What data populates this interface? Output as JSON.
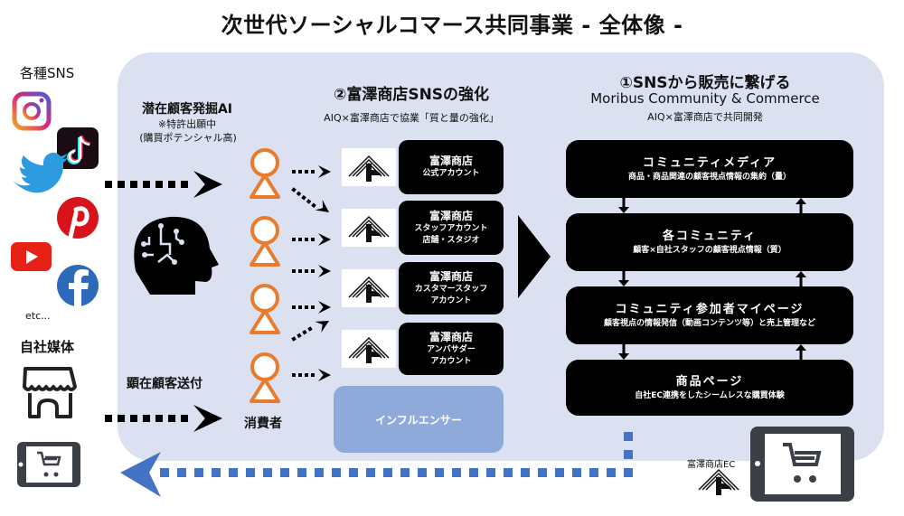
{
  "title": "次世代ソーシャルコマース共同事業 - 全体像 -",
  "left": {
    "sns_label": "各種SNS",
    "sns_icons": [
      "instagram-icon",
      "tiktok-icon",
      "twitter-icon",
      "pinterest-icon",
      "youtube-icon",
      "facebook-icon"
    ],
    "etc": "etc...",
    "own_media_label": "自社媒体"
  },
  "ai": {
    "title": "潜在顧客発掘AI",
    "note": "※特許出願中",
    "note2": "(購買ポテンシャル高)"
  },
  "exposed_label": "顕在顧客送付",
  "consumer_label": "消費者",
  "section2": {
    "title": "②富澤商店SNSの強化",
    "subtitle": "AIQ×富澤商店で協業「質と量の強化」",
    "accounts": [
      {
        "name": "富澤商店",
        "lines": [
          "公式アカウント"
        ]
      },
      {
        "name": "富澤商店",
        "lines": [
          "スタッフアカウント",
          "店舗・スタジオ"
        ]
      },
      {
        "name": "富澤商店",
        "lines": [
          "カスタマースタッフ",
          "アカウント"
        ]
      },
      {
        "name": "富澤商店",
        "lines": [
          "アンバサダー",
          "アカウント"
        ]
      }
    ],
    "influencer": "インフルエンサー"
  },
  "section1": {
    "title": "①SNSから販売に繋げる",
    "subtitle_en": "Moribus Community & Commerce",
    "subtitle": "AIQ×富澤商店で共同開発",
    "steps": [
      {
        "head": "コミュニティメディア",
        "desc": "商品・商品関連の顧客視点情報の集約（量）"
      },
      {
        "head": "各コミュニティ",
        "desc": "顧客×自社スタッフの顧客視点情報（質）"
      },
      {
        "head": "コミュニティ参加者マイページ",
        "desc": "顧客視点の情報発信（動画コンテンツ等）と売上管理など"
      },
      {
        "head": "商品ページ",
        "desc": "自社EC連携をしたシームレスな購買体験"
      }
    ]
  },
  "ec_label": "富澤商店EC",
  "colors": {
    "panel": "#dbe1f1",
    "orange": "#e97c2c",
    "blue_arrow": "#4472c4",
    "influencer": "#8eaadb"
  }
}
